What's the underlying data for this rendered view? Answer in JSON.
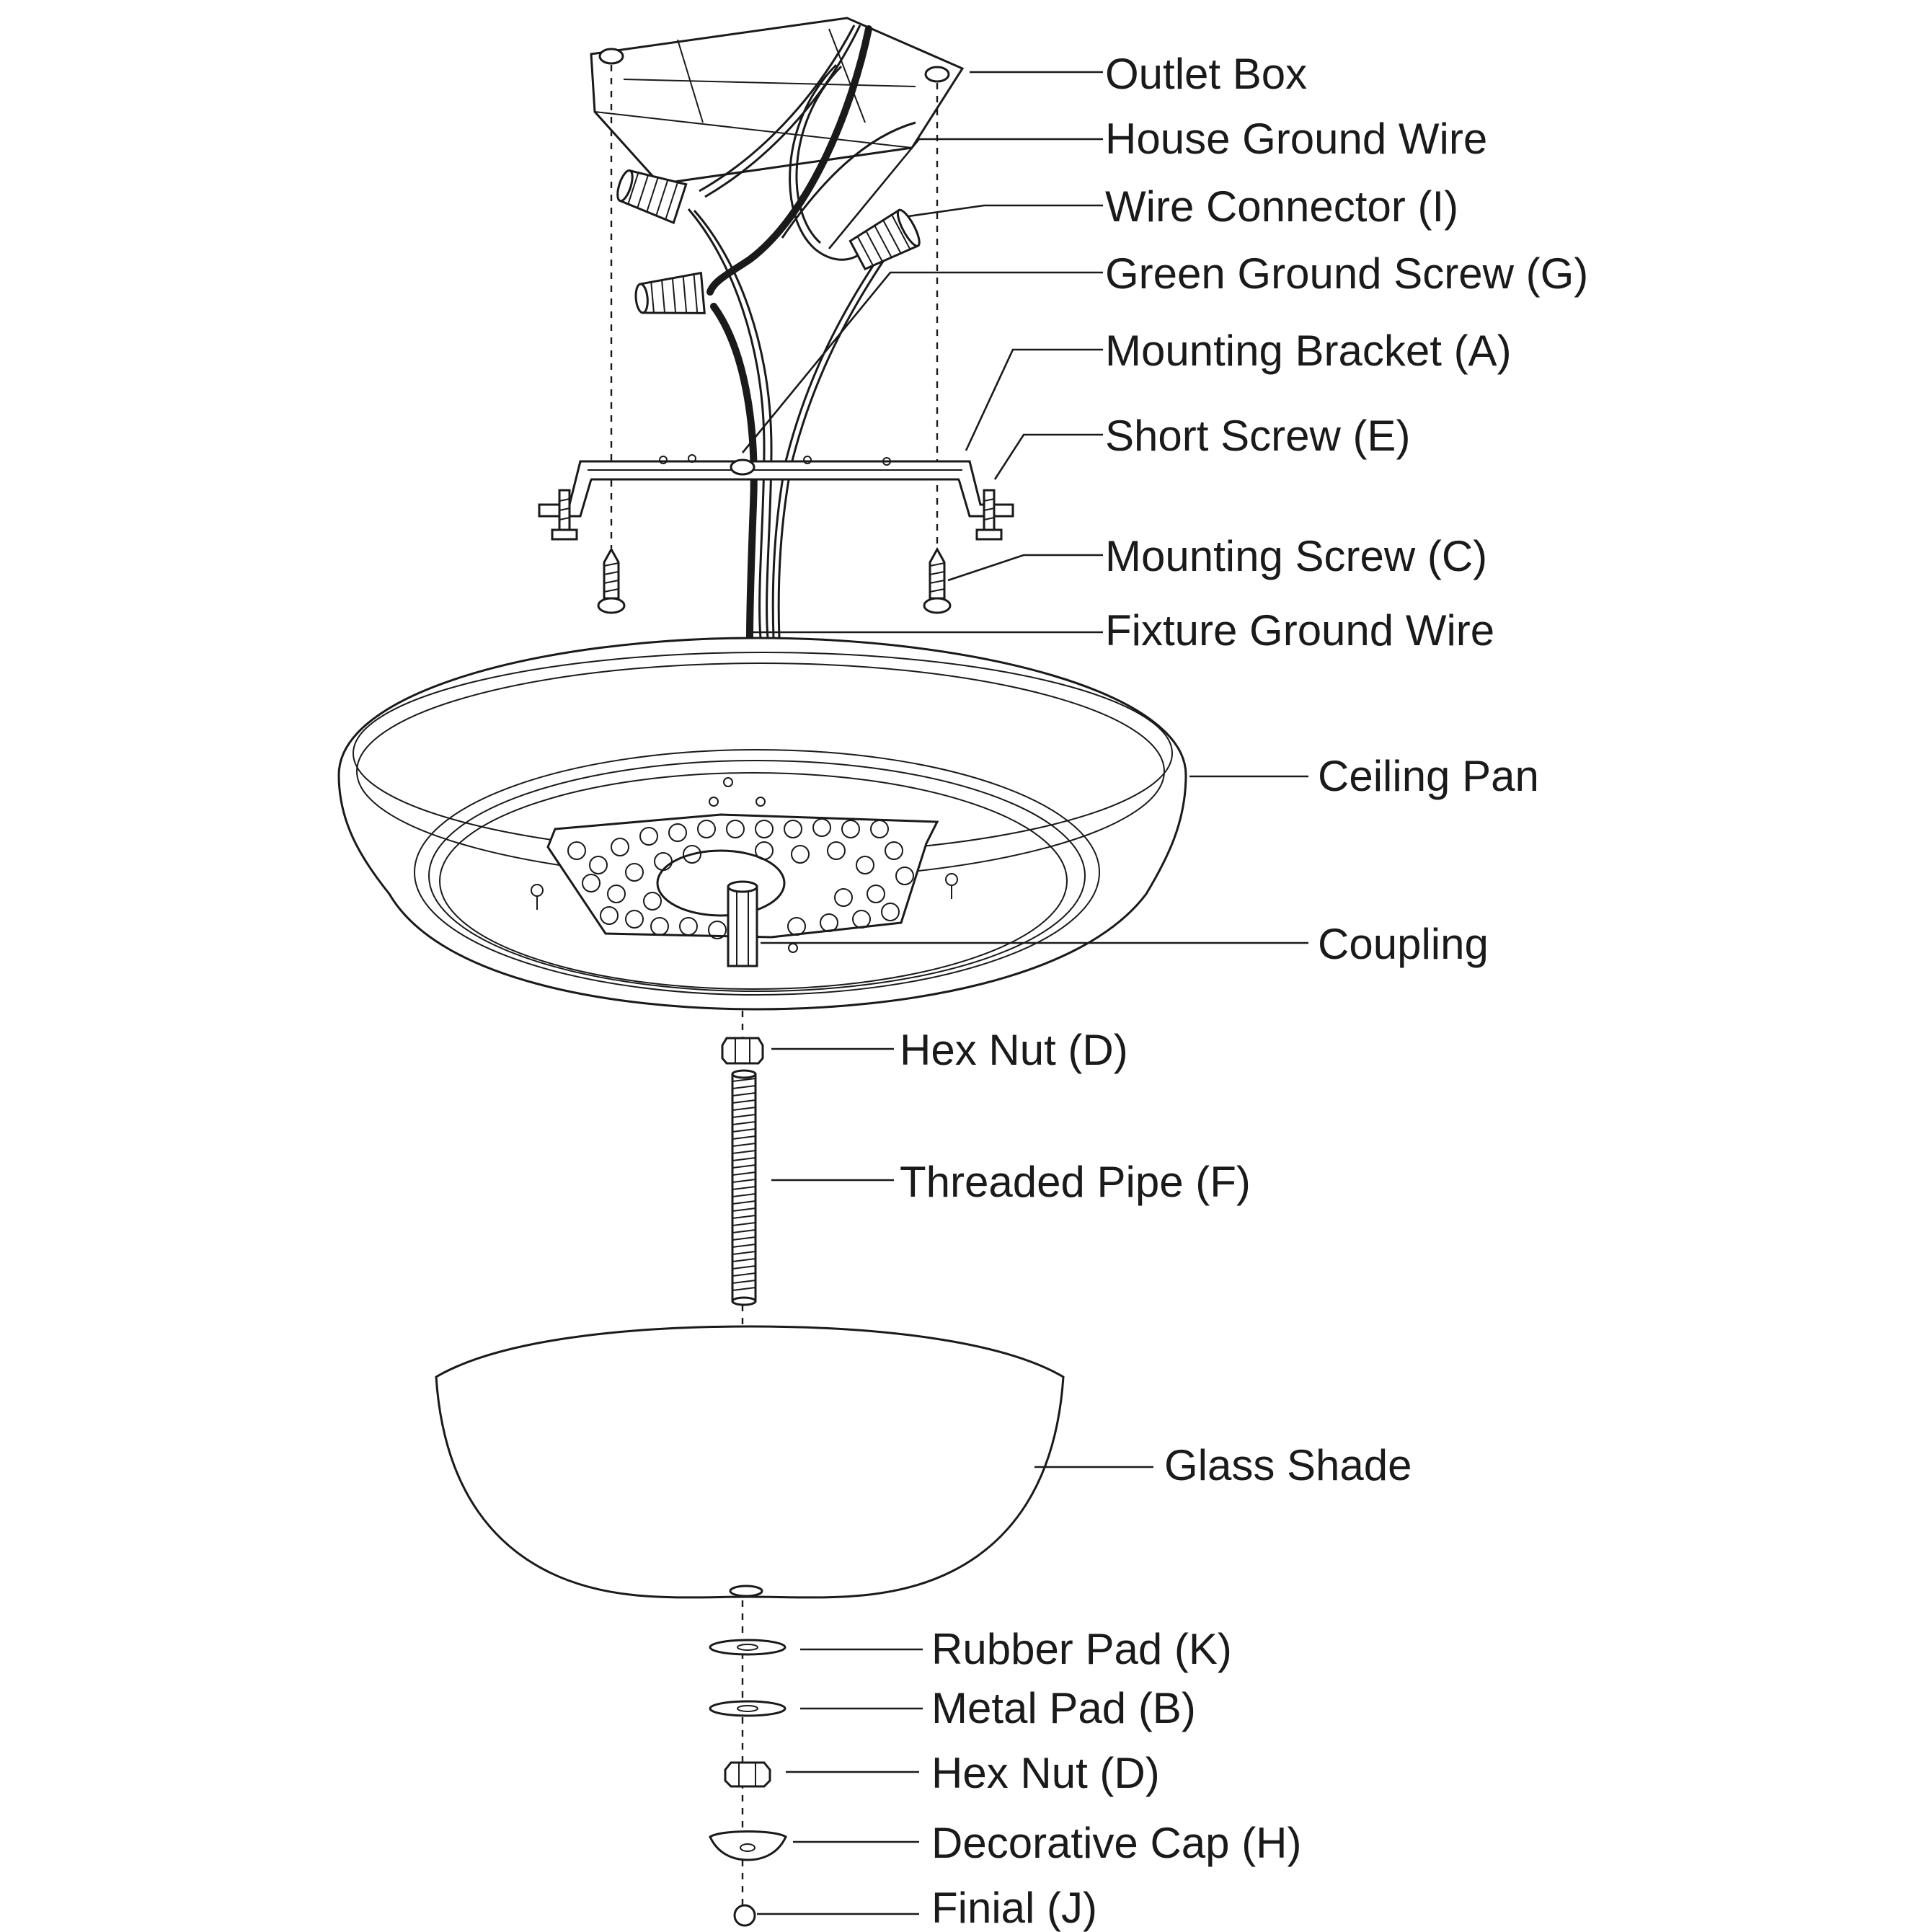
{
  "labels": {
    "outlet_box": "Outlet Box",
    "house_ground_wire": "House Ground Wire",
    "wire_connector": "Wire Connector (I)",
    "green_ground_screw": "Green Ground Screw (G)",
    "mounting_bracket": "Mounting Bracket (A)",
    "short_screw": "Short Screw (E)",
    "mounting_screw": "Mounting Screw (C)",
    "fixture_ground_wire": "Fixture Ground Wire",
    "ceiling_pan": "Ceiling Pan",
    "coupling": "Coupling",
    "hex_nut_upper": "Hex Nut (D)",
    "threaded_pipe": "Threaded Pipe (F)",
    "glass_shade": "Glass Shade",
    "rubber_pad": "Rubber Pad (K)",
    "metal_pad": "Metal Pad (B)",
    "hex_nut_lower": "Hex Nut (D)",
    "decorative_cap": "Decorative Cap (H)",
    "finial": "Finial (J)"
  },
  "icons": [
    "outlet-box-icon",
    "wire-connector-icon",
    "mounting-bracket-icon",
    "screw-icon",
    "ceiling-pan-icon",
    "hex-nut-icon",
    "threaded-pipe-icon",
    "glass-shade-icon",
    "pad-icon",
    "decorative-cap-icon",
    "finial-icon"
  ],
  "colors": {
    "ink": "#1a1a1a",
    "background": "#ffffff"
  }
}
